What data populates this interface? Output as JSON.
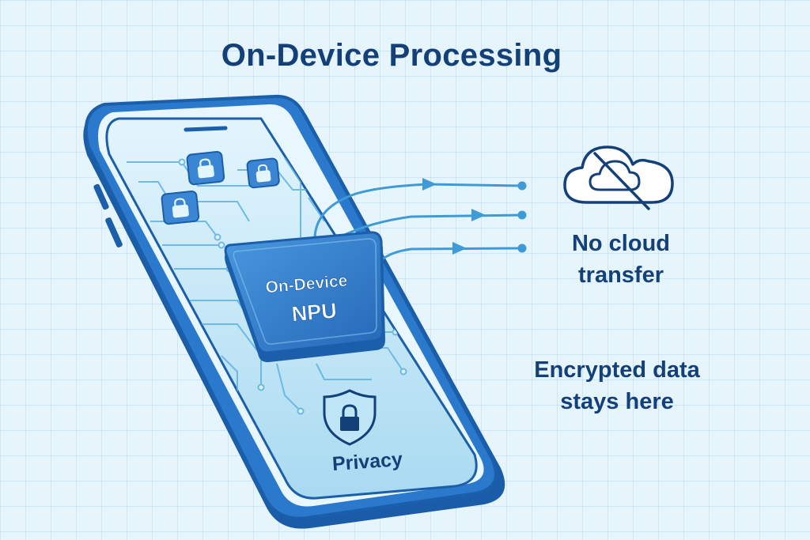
{
  "title": "On-Device Processing",
  "chip": {
    "line1": "On-Device",
    "line2": "NPU"
  },
  "screen": {
    "privacy_label": "Privacy"
  },
  "labels": {
    "no_cloud_line1": "No cloud",
    "no_cloud_line2": "transfer",
    "encrypted_line1": "Encrypted data",
    "encrypted_line2": "stays here"
  },
  "icons": [
    "lock-icon",
    "cloud-off-icon",
    "shield-lock-icon",
    "arrow-icon"
  ],
  "colors": {
    "background": "#e6f4fb",
    "phone_frame": "#1e6cc0",
    "screen": "#bfe6f7",
    "chip": "#2f7fd0",
    "text": "#14407a",
    "accent_lines": "#3f9bd6"
  }
}
